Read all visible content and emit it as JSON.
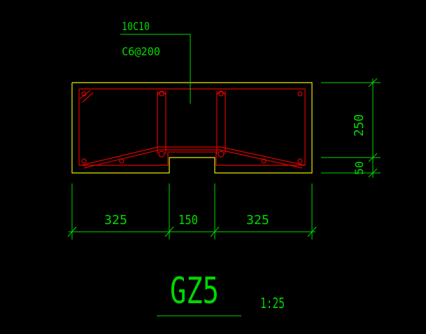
{
  "colors": {
    "background": "#000000",
    "outline": "#e8e800",
    "rebar": "#e00000",
    "dimension": "#00d800",
    "annotation": "#00d800"
  },
  "annotation": {
    "bars": "10C10",
    "stirrups": "C6@200"
  },
  "dimensions": {
    "width_left": "325",
    "width_mid": "150",
    "width_right": "325",
    "height_main": "250",
    "height_notch": "50"
  },
  "title": {
    "name": "GZ5",
    "scale": "1:25"
  }
}
